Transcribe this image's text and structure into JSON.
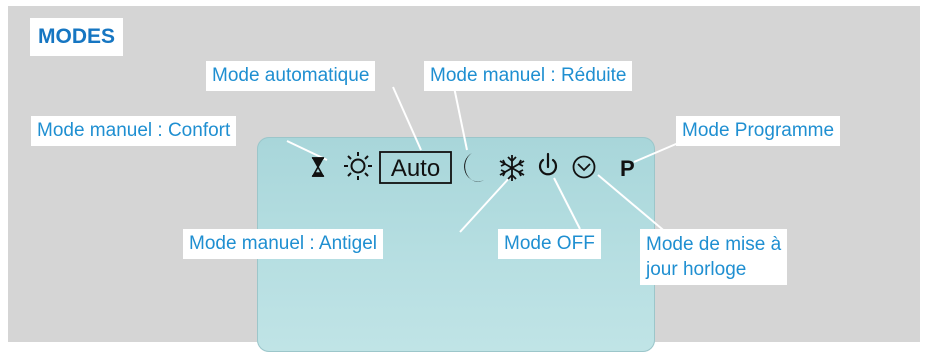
{
  "title": "MODES",
  "labels": {
    "confort": "Mode manuel : Confort",
    "auto": "Mode automatique",
    "reduite": "Mode manuel : Réduite",
    "programme": "Mode Programme",
    "antigel": "Mode manuel : Antigel",
    "off": "Mode OFF",
    "horloge_1": "Mode de mise à",
    "horloge_2": "jour horloge"
  },
  "display": {
    "auto_text": "Auto",
    "program_letter": "P"
  },
  "icons": [
    "hourglass-icon",
    "sun-icon",
    "auto-box",
    "moon-icon",
    "snowflake-icon",
    "power-icon",
    "clock-icon",
    "program-p-icon"
  ],
  "colors": {
    "label_text": "#1f8fd1",
    "title_text": "#1676c2",
    "screen": "#b3dcdf",
    "panel": "#d5d5d5"
  }
}
